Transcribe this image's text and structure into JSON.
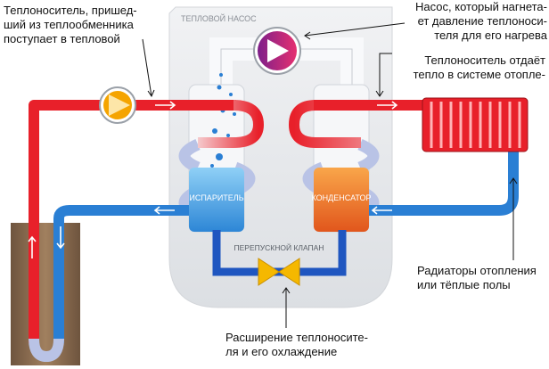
{
  "heat_pump": {
    "title": "ТЕПЛОВОЙ НАСОС",
    "evaporator_label": "ИСПАРИТЕЛЬ",
    "condenser_label": "КОНДЕНСАТОР",
    "bypass_valve_label": "ПЕРЕПУСКНОЙ КЛАПАН"
  },
  "captions": {
    "incoming_fluid": "Теплоноситель, пришед-\nший из теплообменника\nпоступает в тепловой",
    "pump": "Насос, который нагнета-\nет давление теплоноси-\nтеля для его нагрева",
    "heat_release": "Теплоноситель отдаёт\nтепло в системе отопле-",
    "radiators": "Радиаторы отопления\nили тёплые полы",
    "expansion": "Расширение теплоносите-\nля и его охлаждение"
  },
  "colors": {
    "hot": "#e8202a",
    "cold": "#2a7fd4",
    "refrigerant_cold": "#1f56c0",
    "coil": "#b9c3e6",
    "pump_accent": "#a0288c",
    "compressor_accent": "#f5a400",
    "evaporator_fill": "#4aa6e8",
    "condenser_fill": "#f07a20",
    "valve": "#f5b800",
    "ground": "#8a6a4e"
  },
  "icons": [
    "pump-icon",
    "compressor-icon",
    "expansion-valve-icon",
    "radiator-icon",
    "flow-arrow-icon"
  ]
}
